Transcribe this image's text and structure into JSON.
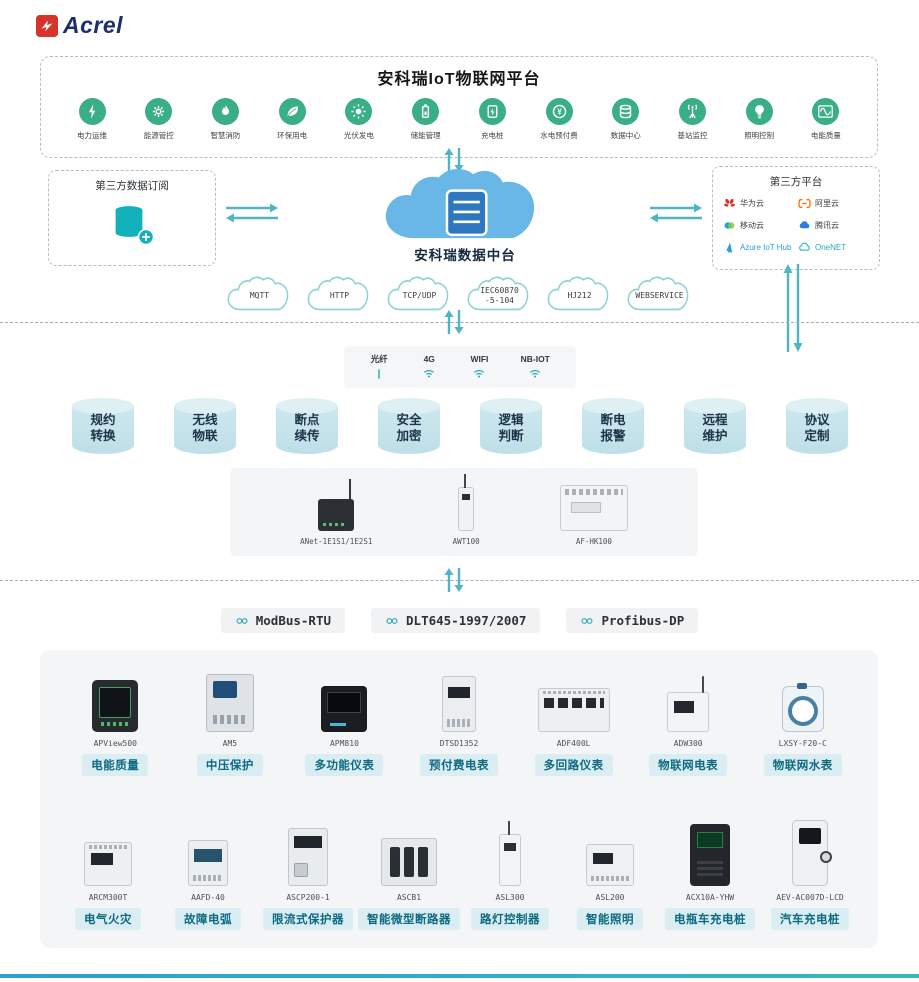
{
  "logo": {
    "brand": "Acrel"
  },
  "colors": {
    "accent_teal": "#4db6c2",
    "app_icon_green": "#3aae85",
    "chip_bg": "#d9edf3",
    "chip_text": "#0e6a80"
  },
  "platform": {
    "title": "安科瑞IoT物联网平台",
    "apps": [
      {
        "label": "电力运维",
        "icon": "power-bolt"
      },
      {
        "label": "能源管控",
        "icon": "gear"
      },
      {
        "label": "智慧消防",
        "icon": "flame"
      },
      {
        "label": "环保用电",
        "icon": "leaf"
      },
      {
        "label": "光伏发电",
        "icon": "sun"
      },
      {
        "label": "储能管理",
        "icon": "battery"
      },
      {
        "label": "充电桩",
        "icon": "charging-bolt"
      },
      {
        "label": "水电预付费",
        "icon": "yuan-coin"
      },
      {
        "label": "数据中心",
        "icon": "database-stack"
      },
      {
        "label": "基站监控",
        "icon": "antenna-tower"
      },
      {
        "label": "照明控制",
        "icon": "light-bulb"
      },
      {
        "label": "电能质量",
        "icon": "waveform"
      }
    ]
  },
  "middle": {
    "left_box_title": "第三方数据订阅",
    "center_label": "安科瑞数据中台",
    "right_box_title": "第三方平台",
    "third_party_platforms": [
      {
        "label": "华为云",
        "icon": "huawei-cloud"
      },
      {
        "label": "阿里云",
        "icon": "alibaba-cloud"
      },
      {
        "label": "移动云",
        "icon": "mobile-cloud"
      },
      {
        "label": "腾讯云",
        "icon": "tencent-cloud"
      },
      {
        "label": "Azure IoT Hub",
        "icon": "azure",
        "color": "#2b9cd8"
      },
      {
        "label": "OneNET",
        "icon": "onenet",
        "color": "#2aa7b8"
      }
    ],
    "protocol_clouds": [
      {
        "label": "MQTT"
      },
      {
        "label": "HTTP"
      },
      {
        "label": "TCP/UDP"
      },
      {
        "label": "IEC60870\n-5-104"
      },
      {
        "label": "HJ212"
      },
      {
        "label": "WEBSERVICE"
      }
    ]
  },
  "network": {
    "items": [
      {
        "label": "光纤",
        "icon": "fiber-line"
      },
      {
        "label": "4G",
        "icon": "wifi-waves"
      },
      {
        "label": "WIFI",
        "icon": "wifi-waves"
      },
      {
        "label": "NB-IOT",
        "icon": "wifi-waves"
      }
    ]
  },
  "capabilities": [
    {
      "label": "规约\n转换"
    },
    {
      "label": "无线\n物联"
    },
    {
      "label": "断点\n续传"
    },
    {
      "label": "安全\n加密"
    },
    {
      "label": "逻辑\n判断"
    },
    {
      "label": "断电\n报警"
    },
    {
      "label": "远程\n维护"
    },
    {
      "label": "协议\n定制"
    }
  ],
  "gateways": [
    {
      "model": "ANet-1E1S1/1E2S1",
      "shape": "anet"
    },
    {
      "model": "AWT100",
      "shape": "awt100"
    },
    {
      "model": "AF-HK100",
      "shape": "afhk100"
    }
  ],
  "bus_protocols": [
    {
      "label": "ModBus-RTU",
      "icon": "link"
    },
    {
      "label": "DLT645-1997/2007",
      "icon": "link"
    },
    {
      "label": "Profibus-DP",
      "icon": "link"
    }
  ],
  "products": {
    "row1": [
      {
        "model": "APView500",
        "label": "电能质量",
        "shape": "apview500"
      },
      {
        "model": "AM5",
        "label": "中压保护",
        "shape": "am5"
      },
      {
        "model": "APM810",
        "label": "多功能仪表",
        "shape": "apm810"
      },
      {
        "model": "DTSD1352",
        "label": "预付费电表",
        "shape": "dtsd1352"
      },
      {
        "model": "ADF400L",
        "label": "多回路仪表",
        "shape": "adf400l"
      },
      {
        "model": "ADW300",
        "label": "物联网电表",
        "shape": "adw300"
      },
      {
        "model": "LXSY-F20-C",
        "label": "物联网水表",
        "shape": "water"
      }
    ],
    "row2": [
      {
        "model": "ARCM300T",
        "label": "电气火灾",
        "shape": "arcm300t"
      },
      {
        "model": "AAFD-40",
        "label": "故障电弧",
        "shape": "aafd40"
      },
      {
        "model": "ASCP200-1",
        "label": "限流式保护器",
        "shape": "ascp200"
      },
      {
        "model": "ASCB1",
        "label": "智能微型断路器",
        "shape": "ascb1"
      },
      {
        "model": "ASL300",
        "label": "路灯控制器",
        "shape": "asl300"
      },
      {
        "model": "ASL200",
        "label": "智能照明",
        "shape": "asl200"
      },
      {
        "model": "ACX10A-YHW",
        "label": "电瓶车充电桩",
        "shape": "acx-pile"
      },
      {
        "model": "AEV-AC007D-LCD",
        "label": "汽车充电桩",
        "shape": "aev-pile"
      }
    ]
  }
}
